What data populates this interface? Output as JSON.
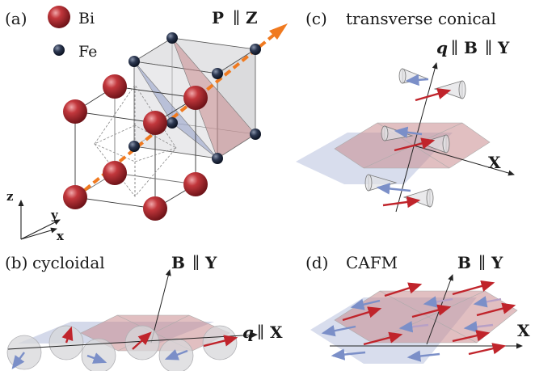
{
  "panels": {
    "a": {
      "label": "(a)",
      "legend": [
        {
          "text": "Bi",
          "color": "#a8252b"
        },
        {
          "text": "Fe",
          "color": "#1f2a3c"
        }
      ],
      "polarization": {
        "p": "P",
        "sep": "∥",
        "z": "Z"
      },
      "axes": {
        "x": "x",
        "y": "y",
        "z": "z"
      }
    },
    "b": {
      "label": "(b)",
      "title": "cycloidal",
      "field": {
        "b": "B",
        "sep": "∥",
        "dir": "Y"
      },
      "wavevector": {
        "q": "q",
        "sep": "∥",
        "dir": "X"
      }
    },
    "c": {
      "label": "(c)",
      "title": "transverse conical",
      "field": {
        "q": "q",
        "sep1": "∥",
        "b": "B",
        "sep2": "∥",
        "dir": "Y"
      },
      "axis": "X"
    },
    "d": {
      "label": "(d)",
      "title": "CAFM",
      "field": {
        "b": "B",
        "sep": "∥",
        "dir": "Y"
      },
      "axis": "X"
    }
  },
  "colors": {
    "bi": "#a8252b",
    "fe": "#1f2a3c",
    "arrow_orange": "#f07a20",
    "spin_red": "#c0242b",
    "spin_blue": "#7b8fc8",
    "plane_red": "#c98a8e",
    "plane_blue": "#a9b3d6"
  }
}
